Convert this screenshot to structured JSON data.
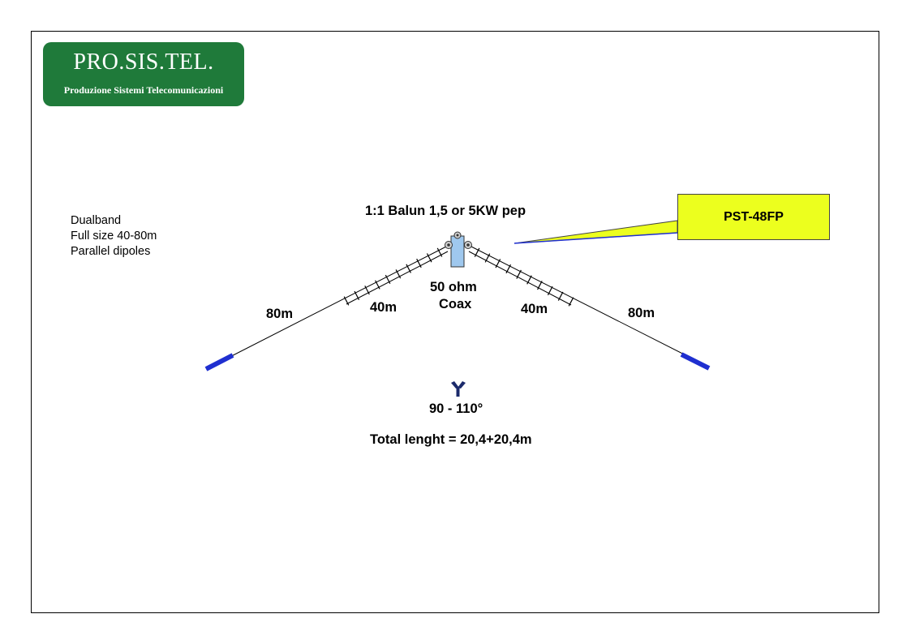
{
  "logo": {
    "title": "PRO.SIS.TEL.",
    "subtitle": "Produzione Sistemi Telecomunicazioni"
  },
  "notes": [
    "Dualband",
    "Full size 40-80m",
    "Parallel dipoles"
  ],
  "balun_label": "1:1  Balun 1,5 or 5KW pep",
  "model_callout": "PST-48FP",
  "coax_label": [
    "50 ohm",
    "Coax"
  ],
  "left_labels": {
    "outer": "80m",
    "inner": "40m"
  },
  "right_labels": {
    "outer": "80m",
    "inner": "40m"
  },
  "angle_label": "90 - 110°",
  "total_length": "Total lenght = 20,4+20,4m",
  "colors": {
    "logo_bg": "#1f7a3a",
    "callout_bg": "#ecff1e",
    "insulator": "#1f2fd0",
    "balun": "#9fc8ee",
    "angle_icon": "#1b2a6b"
  }
}
